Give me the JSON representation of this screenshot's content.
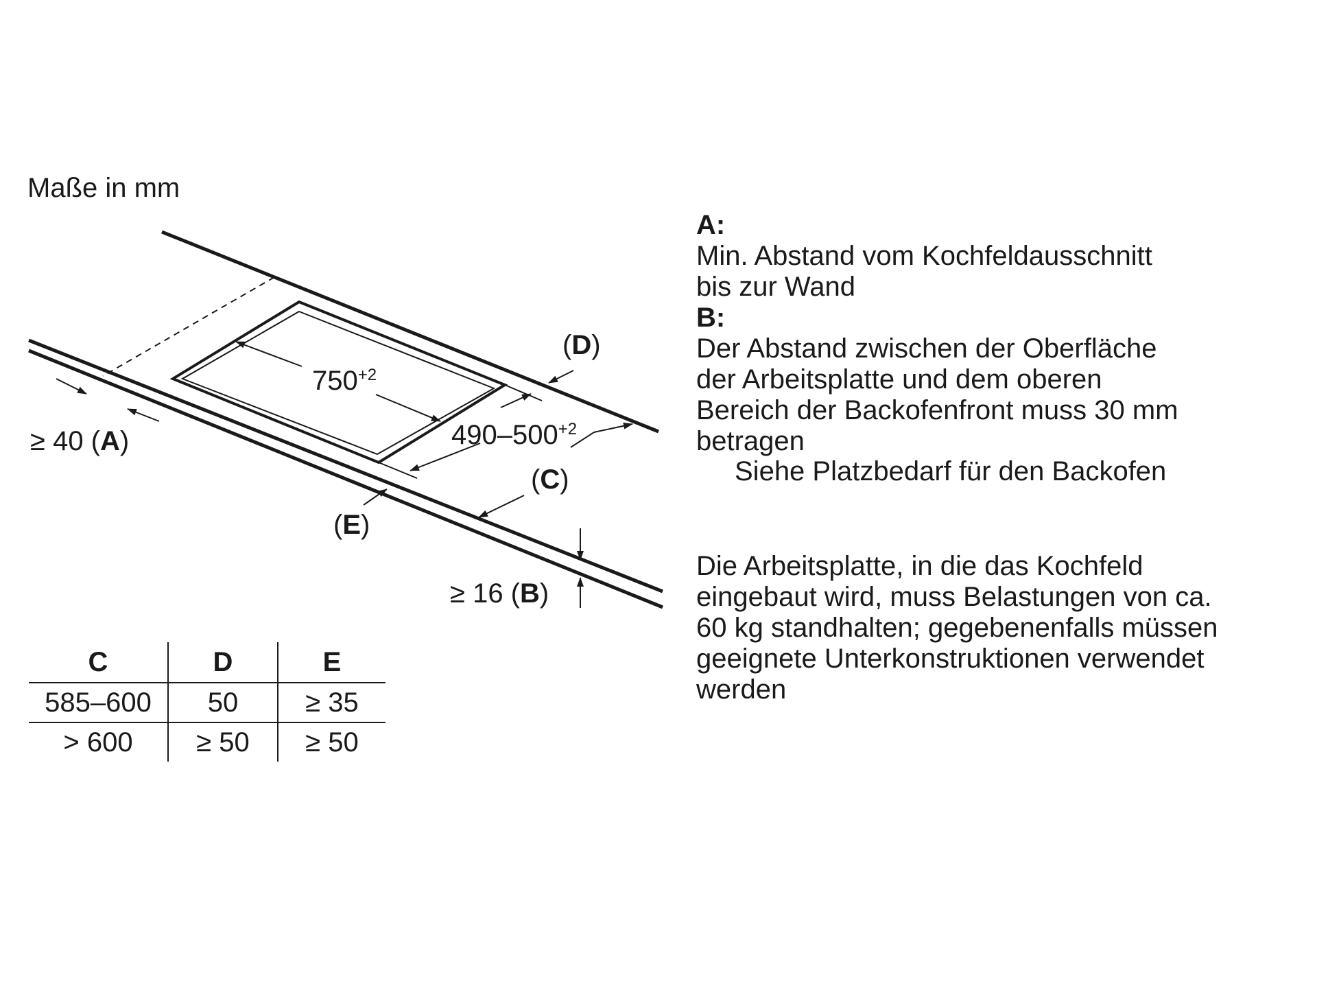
{
  "units_caption": "Maße in mm",
  "diagram": {
    "label_width": "750",
    "label_width_tol": "+2",
    "label_depth": "490–500",
    "label_depth_tol": "+2",
    "label_a_prefix": "≥ 40 (",
    "label_a_key": "A",
    "label_a_suffix": ")",
    "label_b_prefix": "≥ 16 (",
    "label_b_key": "B",
    "label_b_suffix": ")",
    "label_c_open": "(",
    "label_c_key": "C",
    "label_c_close": ")",
    "label_d_open": "(",
    "label_d_key": "D",
    "label_d_close": ")",
    "label_e_open": "(",
    "label_e_key": "E",
    "label_e_close": ")"
  },
  "legend": {
    "a_key": "A:",
    "a_text_1": "Min. Abstand vom Kochfeldausschnitt",
    "a_text_2": "bis zur Wand",
    "b_key": "B:",
    "b_text_1": "Der Abstand zwischen der Oberfläche",
    "b_text_2": "der Arbeitsplatte und dem oberen",
    "b_text_3": "Bereich der Backofenfront muss 30 mm",
    "b_text_4": "betragen",
    "b_note": "Siehe Platzbedarf für den Backofen",
    "note_1": "Die Arbeitsplatte, in die das Kochfeld",
    "note_2": "eingebaut wird, muss Belastungen von ca.",
    "note_3": "60 kg standhalten; gegebenenfalls müssen",
    "note_4": "geeignete Unterkonstruktionen verwendet",
    "note_5": "werden"
  },
  "table": {
    "headers": [
      "C",
      "D",
      "E"
    ],
    "rows": [
      [
        "585–600",
        "50",
        "≥ 35"
      ],
      [
        "> 600",
        "≥ 50",
        "≥ 50"
      ]
    ]
  },
  "colors": {
    "ink": "#1a1a1a",
    "background": "#ffffff"
  }
}
